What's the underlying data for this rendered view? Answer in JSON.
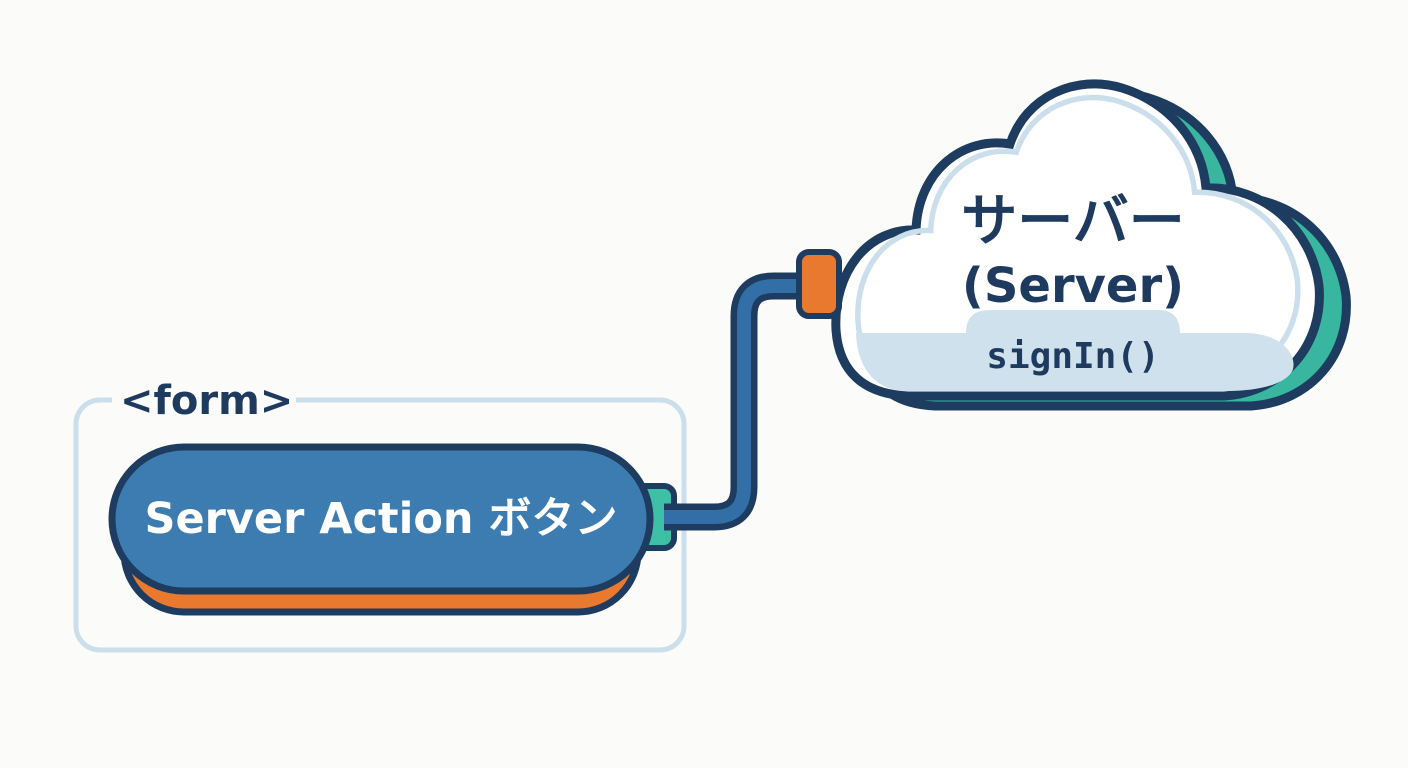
{
  "form": {
    "tag_label": "<form>",
    "button": {
      "label": "Server Action ボタン"
    }
  },
  "server_cloud": {
    "name_ja": "サーバー",
    "name_en": "(Server)",
    "function_badge": "signIn()"
  },
  "icons": [
    "cloud-icon",
    "cable-icon",
    "plug-port-icon"
  ],
  "colors": {
    "background": "#fbfbf9",
    "outline_navy": "#1d3c5f",
    "text_navy": "#1e3a5e",
    "button_blue": "#3d7cb1",
    "cable_blue": "#326fa6",
    "accent_orange": "#e8792f",
    "port_teal": "#3ec0a7",
    "cloud_edge_teal": "#38b6a0",
    "light_blue_line": "#cbdeec",
    "badge_blue": "#cfe1ec",
    "cloud_white": "#ffffff"
  }
}
